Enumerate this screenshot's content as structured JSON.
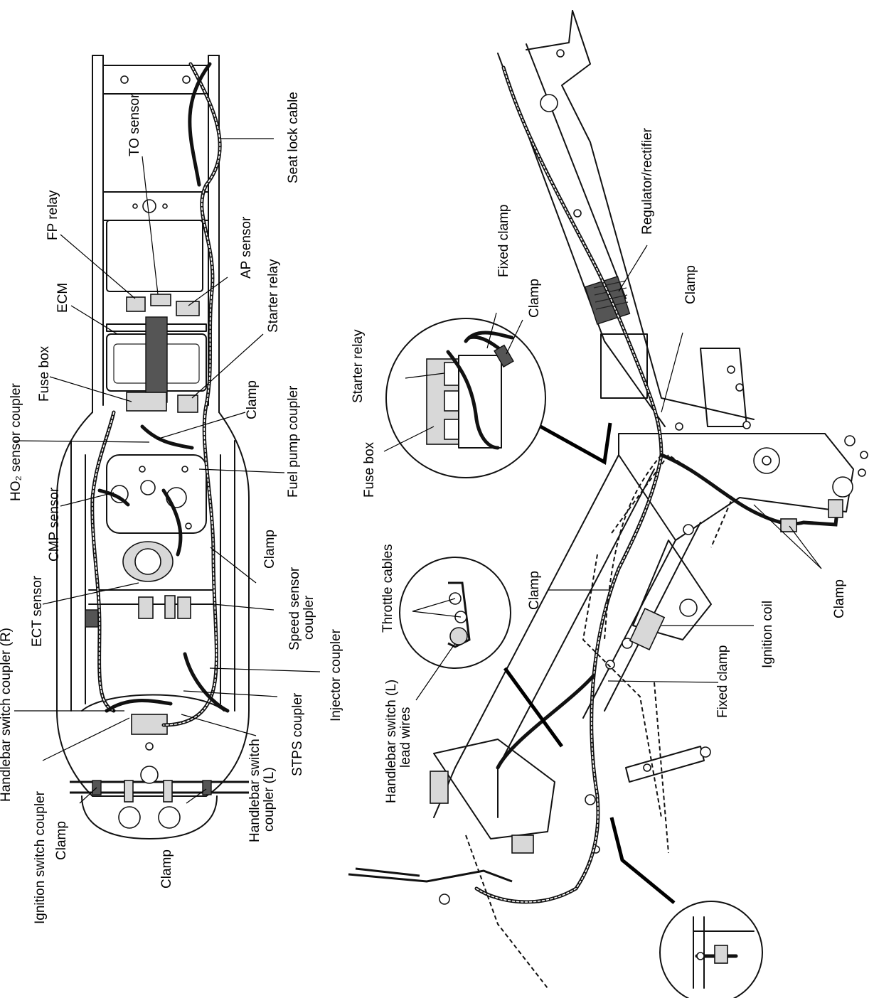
{
  "labels": {
    "seat_lock_cable": "Seat lock cable",
    "to_sensor": "TO sensor",
    "fp_relay": "FP relay",
    "ap_sensor": "AP sensor",
    "ecm": "ECM",
    "starter_relay_top": "Starter relay",
    "fuse_box_top": "Fuse box",
    "clamp_1": "Clamp",
    "fuel_pump_coupler": "Fuel pump coupler",
    "ho2_sensor_coupler": "HO₂ sensor coupler",
    "cmp_sensor": "CMP sensor",
    "clamp_2": "Clamp",
    "speed_sensor_coupler_1": "Speed sensor",
    "speed_sensor_coupler_2": "coupler",
    "ect_sensor": "ECT sensor",
    "injector_coupler": "Injector coupler",
    "handlebar_switch_coupler_r": "Handlebar switch coupler (R)",
    "stps_coupler": "STPS coupler",
    "handlebar_switch_coupler_l_1": "Handlebar switch",
    "handlebar_switch_coupler_l_2": "coupler (L)",
    "ignition_switch_coupler": "Ignition switch coupler",
    "clamp_3": "Clamp",
    "clamp_4": "Clamp",
    "regulator_rectifier": "Regulator/rectifier",
    "fixed_clamp_1": "Fixed clamp",
    "clamp_5": "Clamp",
    "starter_relay_detail": "Starter relay",
    "fuse_box_detail": "Fuse box",
    "clamp_6": "Clamp",
    "ignition_coil": "Ignition coil",
    "clamp_7": "Clamp",
    "throttle_cables": "Throttle cables",
    "handlebar_switch_lead_1": "Handlebar switch (L)",
    "handlebar_switch_lead_2": "lead wires",
    "fixed_clamp_2": "Fixed clamp"
  }
}
